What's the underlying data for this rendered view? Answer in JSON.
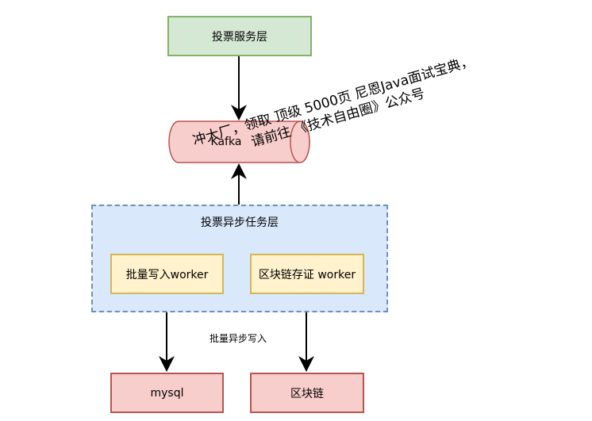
{
  "nodes": {
    "vote_service": "投票服务层",
    "kafka": "Kafka",
    "async_layer": "投票异步任务层",
    "batch_worker": "批量写入worker",
    "chain_worker": "区块链存证 worker",
    "mysql": "mysql",
    "blockchain": "区块链"
  },
  "edge_label": "批量异步写入",
  "watermark": {
    "line1": "冲大厂，领取 顶级 5000页 尼恩Java面试宝典，",
    "line2": "请前往 《技术自由圈》公众号"
  },
  "colors": {
    "green_fill": "#d5e8d4",
    "green_stroke": "#82b366",
    "red_fill": "#f8cecc",
    "red_stroke": "#b85450",
    "blue_fill": "#dae8fc",
    "blue_stroke": "#6c8ebf",
    "yellow_fill": "#fff2cc",
    "yellow_stroke": "#d6b656"
  }
}
